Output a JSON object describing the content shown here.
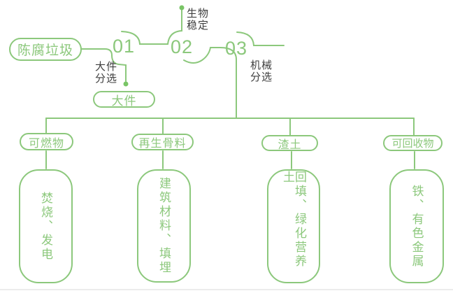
{
  "colors": {
    "green": "#8CC87C",
    "dot_green": "#79C566",
    "label_dark": "#3E3E3E"
  },
  "diagram": {
    "source": "陈腐垃圾",
    "steps": [
      {
        "number": "01",
        "label_lines": [
          "大件",
          "分选"
        ]
      },
      {
        "number": "02",
        "label_lines": [
          "生物",
          "稳定"
        ]
      },
      {
        "number": "03",
        "label_lines": [
          "机械",
          "分选"
        ]
      }
    ],
    "bulky_output": "大件",
    "outputs": [
      {
        "category": "可燃物",
        "detail": "焚烧、发电"
      },
      {
        "category": "再生骨料",
        "detail": "建筑材料、填埋"
      },
      {
        "category": "渣土",
        "detail": "回填、绿化营养土"
      },
      {
        "category": "可回收物",
        "detail": "铁、有色金属"
      }
    ]
  }
}
